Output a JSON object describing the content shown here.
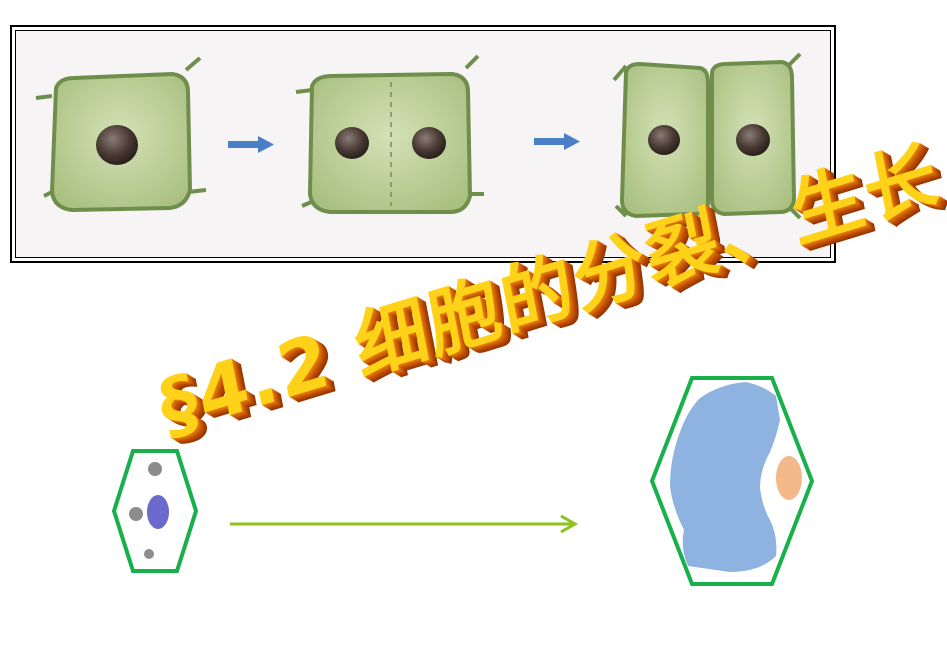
{
  "slide": {
    "title": "§4.2  细胞的分裂、生长"
  },
  "colors": {
    "cell_wall": "#6f8e4c",
    "cytoplasm": "#b7cb92",
    "nucleus": "#4a3b34",
    "arrow_blue": "#4a7fc8",
    "hexagon_green": "#18b04a",
    "arrow_green": "#8cc21c",
    "vacuole_blue": "#8fb3e0",
    "small_nucleus": "#6a6acc",
    "small_vacuole": "#8c8c8c",
    "large_nucleus": "#f4b98a",
    "title_fill": "#ffd21a",
    "title_extrude": "#c25404"
  },
  "diagram": {
    "division_steps": [
      "single-cell",
      "dividing-cell",
      "two-daughter-cells"
    ],
    "growth_steps": [
      "small-young-cell",
      "large-mature-cell"
    ]
  }
}
